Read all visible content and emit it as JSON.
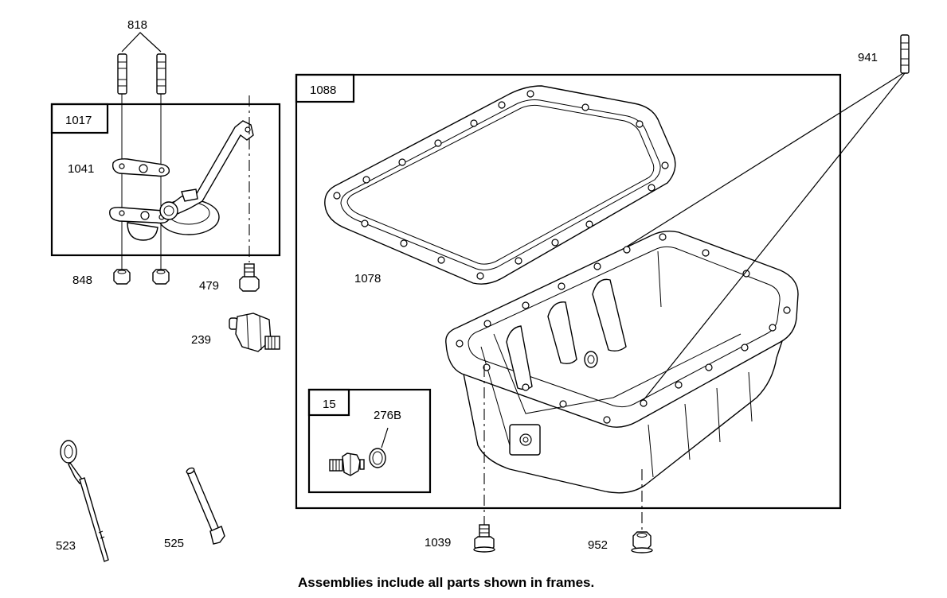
{
  "caption": "Assemblies include all parts shown in frames.",
  "frames": {
    "oil_pump_pickup": "1017",
    "oil_pan": "1088",
    "drain_plug": "15"
  },
  "callouts": {
    "p818": "818",
    "p1041": "1041",
    "p848": "848",
    "p479": "479",
    "p239": "239",
    "p523": "523",
    "p525": "525",
    "p941": "941",
    "p1078": "1078",
    "p276b": "276B",
    "p1039": "1039",
    "p952": "952"
  }
}
